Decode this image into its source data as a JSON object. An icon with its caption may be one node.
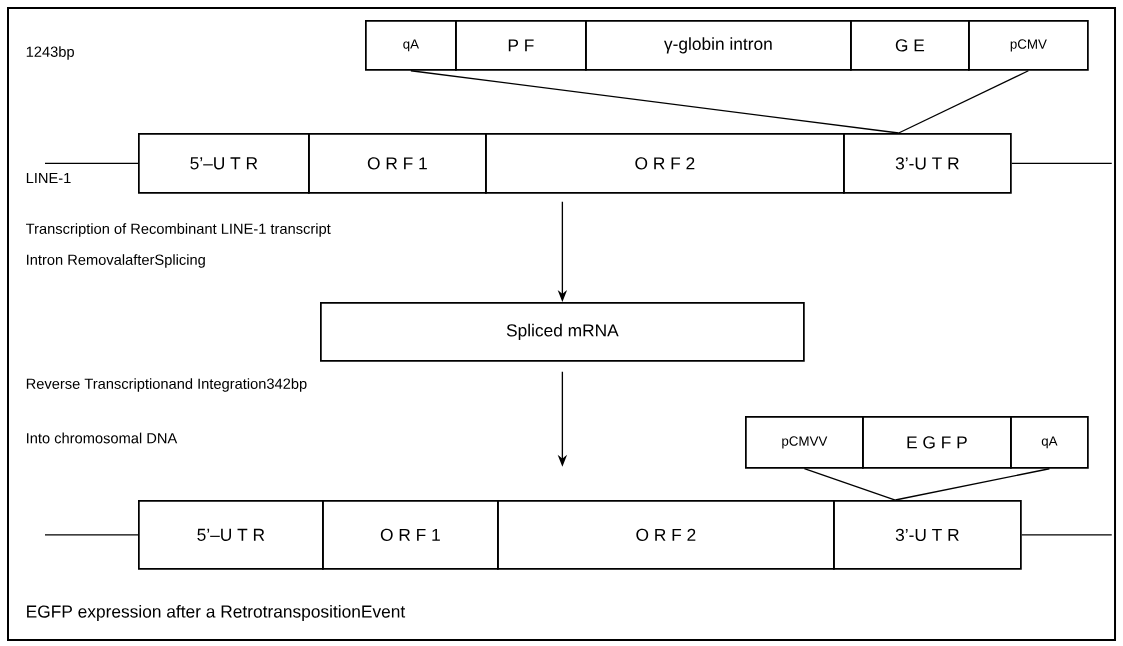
{
  "diagram": {
    "nodes": [
      {
        "text": [
          "qA"
        ]
      },
      {
        "text": [
          "P F"
        ]
      },
      {
        "text": [
          "γ-globin intron"
        ]
      },
      {
        "text": [
          "G E"
        ]
      },
      {
        "text": [
          "pCMV"
        ]
      },
      {
        "text": [
          "5’–U T R"
        ]
      },
      {
        "text": [
          "O R F 1"
        ]
      },
      {
        "text": [
          "O R F 2"
        ]
      },
      {
        "text": [
          "3’-U T R"
        ]
      },
      {
        "text": [
          "Spliced mRNA"
        ]
      },
      {
        "text": [
          "pCMVV"
        ]
      },
      {
        "text": [
          "E G F P"
        ]
      },
      {
        "text": [
          "qA"
        ]
      },
      {
        "text": [
          "5’–U T R"
        ]
      },
      {
        "text": [
          "O R F 1"
        ]
      },
      {
        "text": [
          "O R F 2"
        ]
      },
      {
        "text": [
          "3’-U T R"
        ]
      }
    ],
    "edges": [
      {
        "from": 0,
        "to": 8,
        "arrow": "none"
      },
      {
        "from": 4,
        "to": 8,
        "arrow": "none"
      },
      {
        "from": null,
        "to": 5,
        "arrow": "none"
      },
      {
        "from": 8,
        "to": null,
        "arrow": "none"
      },
      {
        "from": 7,
        "to": 9,
        "arrow": "to"
      },
      {
        "from": 9,
        "to": 15,
        "arrow": "to"
      },
      {
        "from": 10,
        "to": 16,
        "arrow": "none"
      },
      {
        "from": 12,
        "to": 16,
        "arrow": "none"
      },
      {
        "from": null,
        "to": 13,
        "arrow": "none"
      },
      {
        "from": 16,
        "to": null,
        "arrow": "none"
      }
    ],
    "labels": [
      "1243bp",
      "LINE-1",
      "Transcription of Recombinant LINE-1 transcript",
      "Intron RemovalafterSplicing",
      "Reverse Transcriptionand Integration342bp",
      "Into chromosomal DNA",
      "EGFP expression after a RetrotranspositionEvent"
    ]
  }
}
